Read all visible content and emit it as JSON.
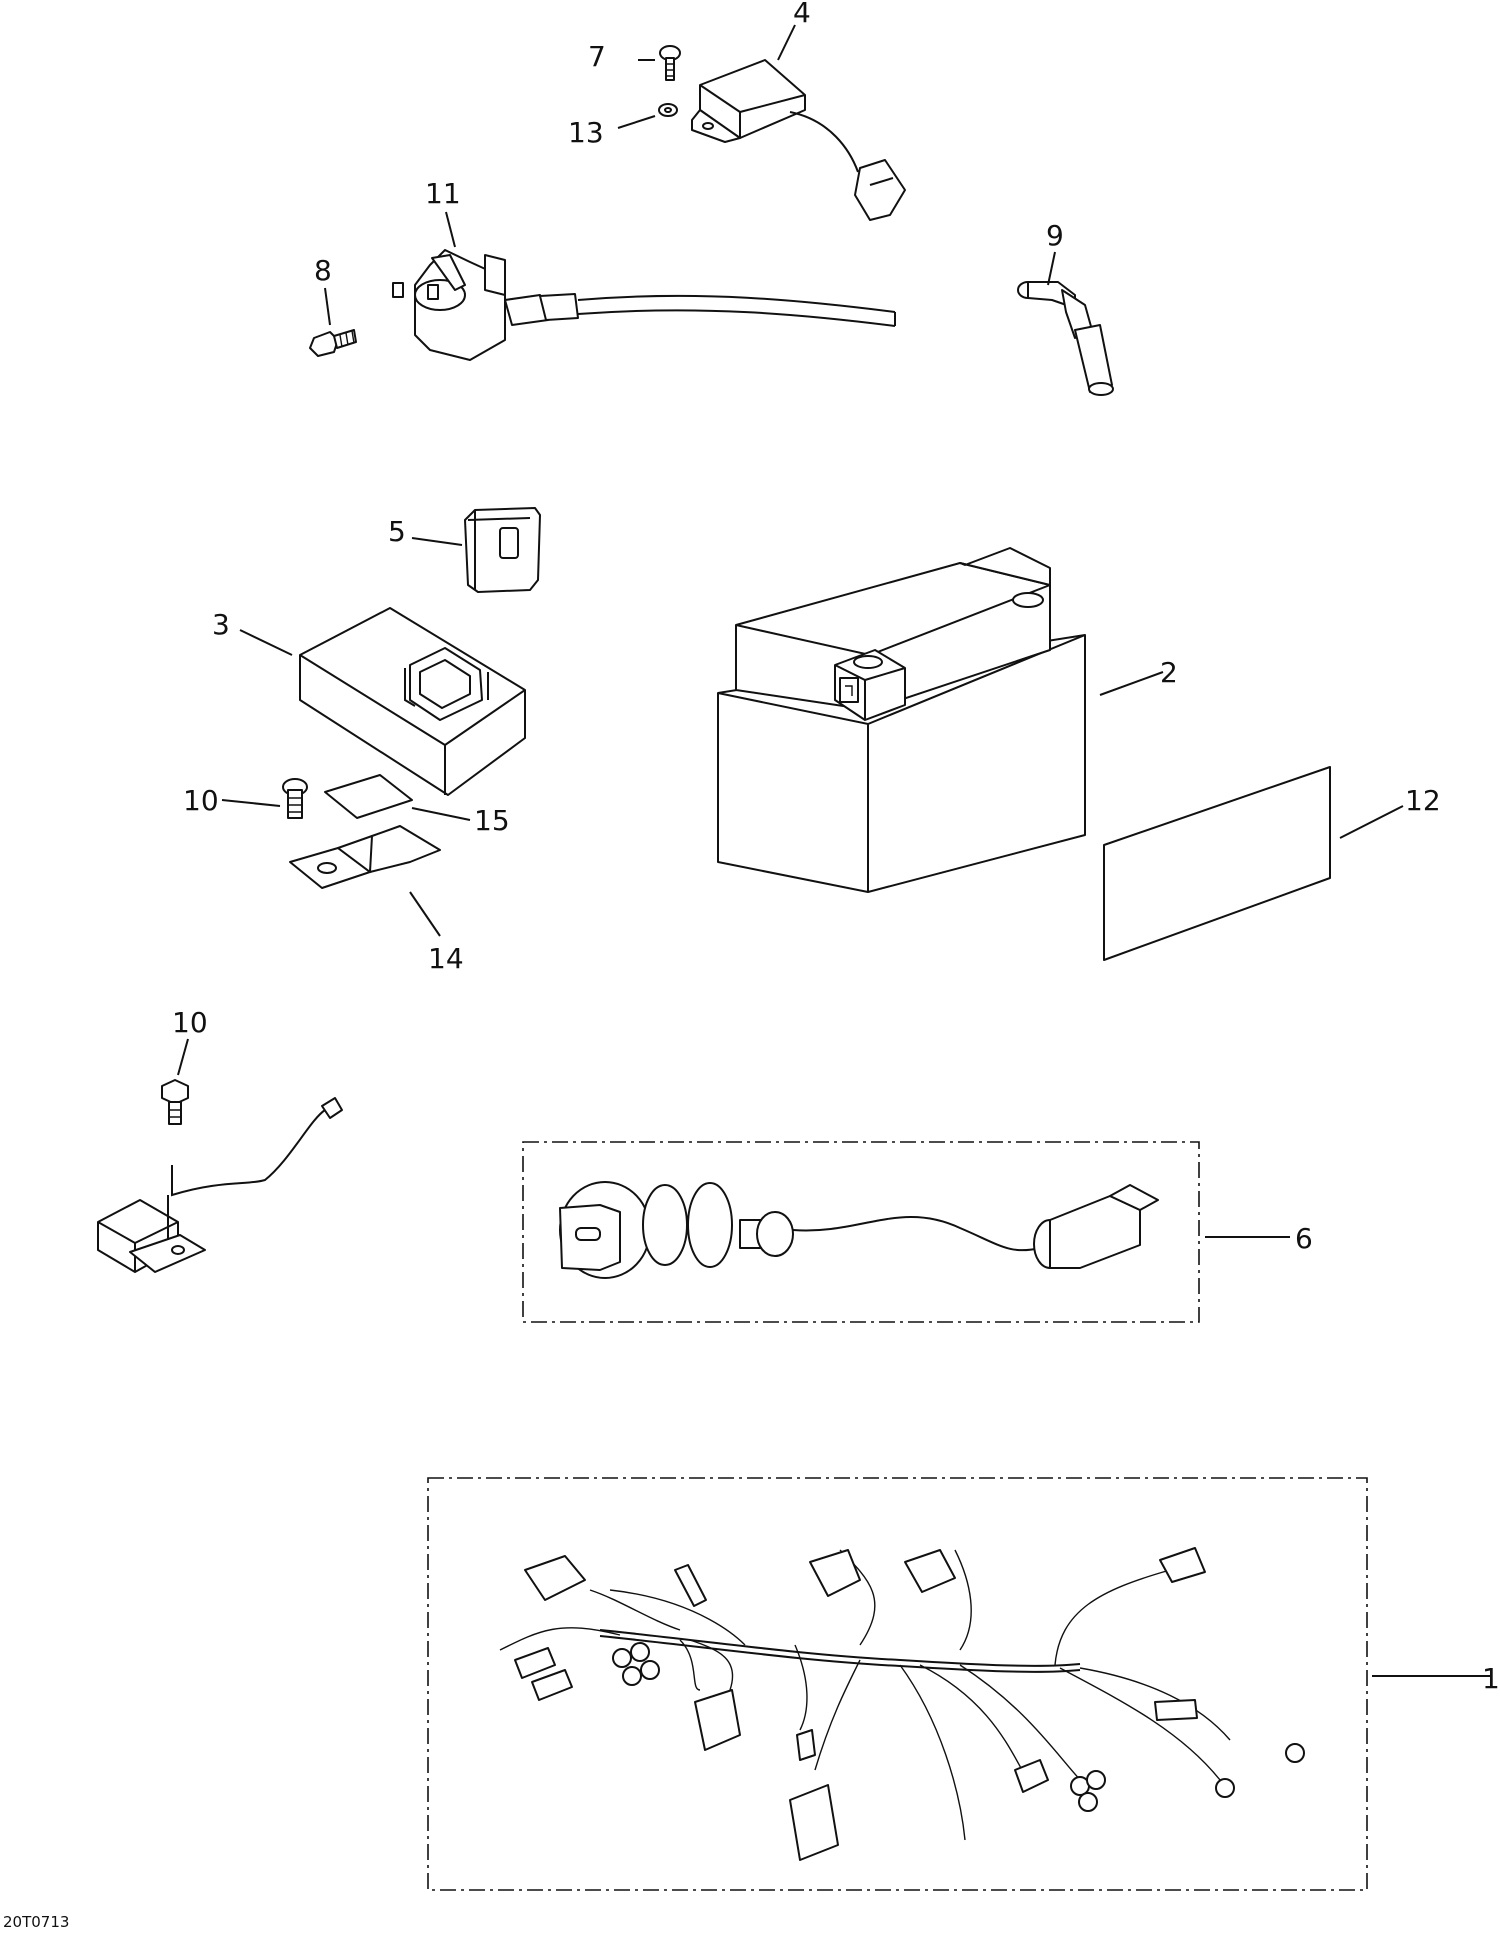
{
  "drawing_ref": "20T0713",
  "callouts": {
    "c1": "1",
    "c2": "2",
    "c3": "3",
    "c4": "4",
    "c5": "5",
    "c6": "6",
    "c7": "7",
    "c8": "8",
    "c9": "9",
    "c10a": "10",
    "c10b": "10",
    "c11": "11",
    "c12": "12",
    "c13": "13",
    "c14": "14",
    "c15": "15"
  }
}
